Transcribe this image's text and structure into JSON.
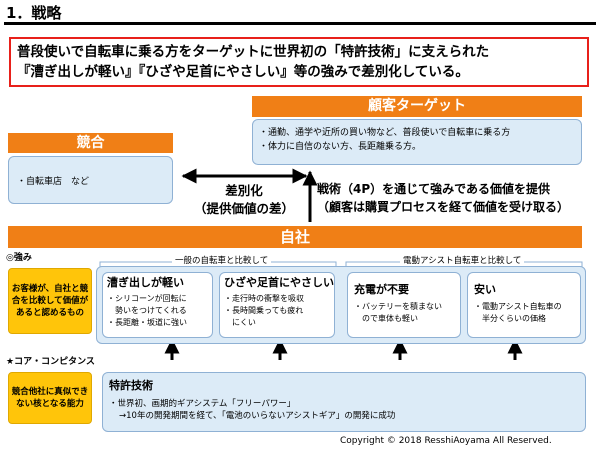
{
  "title": "1．戦略",
  "headline": {
    "line1": "普段使いで自転車に乗る方をターゲットに世界初の「特許技術」に支えられた",
    "line2": "『漕ぎ出しが軽い』『ひざや足首にやさしい』等の強みで差別化している。"
  },
  "target": {
    "label": "顧客ターゲット",
    "items": [
      "・通勤、通学や近所の買い物など、普段使いで自転車に乗る方",
      "・体力に自信のない方、長距離乗る方。"
    ]
  },
  "competition": {
    "label": "競合",
    "items": [
      "・自転車店　など"
    ]
  },
  "differentiation": {
    "line1": "差別化",
    "line2": "（提供価値の差）"
  },
  "strategy": {
    "line1": "戦術（4P）を通じて強みである価値を提供",
    "line2": "（顧客は購買プロセスを経て価値を受け取る）"
  },
  "company": {
    "label": "自社"
  },
  "strengths": {
    "label": "◎強み",
    "note": "お客様が、自社と競合を比較して価値があると認めるもの",
    "group1": "一般の自転車と比較して",
    "group2": "電動アシスト自転車と比較して",
    "cards": [
      {
        "title": "漕ぎ出しが軽い",
        "lines": [
          "・シリコーンが回転に",
          "　勢いをつけてくれる",
          "・長距離・坂道に強い"
        ]
      },
      {
        "title": "ひざや足首にやさしい",
        "lines": [
          "・走行時の衝撃を吸収",
          "・長時間乗っても疲れ",
          "　にくい"
        ]
      },
      {
        "title": "充電が不要",
        "lines": [
          "・バッテリーを積まない",
          "　ので車体も軽い"
        ]
      },
      {
        "title": "安い",
        "lines": [
          "・電動アシスト自転車の",
          "　半分くらいの価格"
        ]
      }
    ]
  },
  "core": {
    "label": "★コア・コンピタンス",
    "note": "競合他社に真似できない核となる能力",
    "title": "特許技術",
    "line1": "・世界初、画期的ギアシステム「フリーパワー」",
    "line2": "→10年の開発期間を経て、「電池のいらないアシストギア」の開発に成功"
  },
  "copyright": "Copyright ©  2018 ResshiAoyama All  Reserved."
}
